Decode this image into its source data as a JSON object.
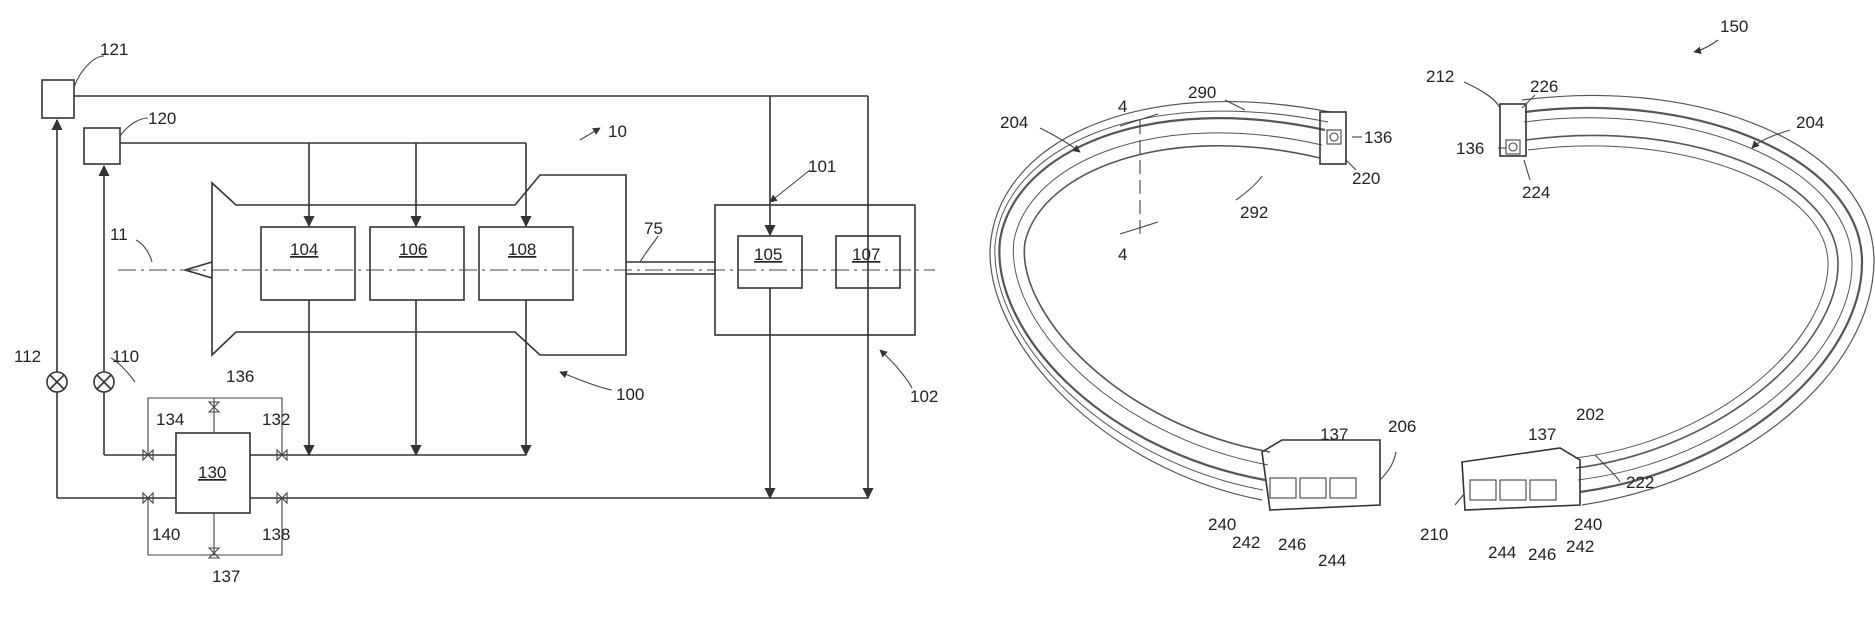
{
  "left_figure": {
    "labels": {
      "l121": "121",
      "l120": "120",
      "l10": "10",
      "l101": "101",
      "l11": "11",
      "l75": "75",
      "l112": "112",
      "l110": "110",
      "l136": "136",
      "l134": "134",
      "l132": "132",
      "l130": "130",
      "l140": "140",
      "l138": "138",
      "l137": "137",
      "l100": "100",
      "l102": "102"
    },
    "boxes": {
      "b104": "104",
      "b106": "106",
      "b108": "108",
      "b105": "105",
      "b107": "107"
    }
  },
  "right_figure": {
    "labels": {
      "fig": "150",
      "l204a": "204",
      "l290": "290",
      "l4a": "4",
      "l136a": "136",
      "l220": "220",
      "l292": "292",
      "l4b": "4",
      "l212": "212",
      "l226": "226",
      "l136b": "136",
      "l224": "224",
      "l204b": "204",
      "l137a": "137",
      "l206": "206",
      "l240a": "240",
      "l242a": "242",
      "l246a": "246",
      "l244a": "244",
      "l137b": "137",
      "l202": "202",
      "l222": "222",
      "l210": "210",
      "l240b": "240",
      "l244b": "244",
      "l246b": "246",
      "l242b": "242"
    }
  }
}
